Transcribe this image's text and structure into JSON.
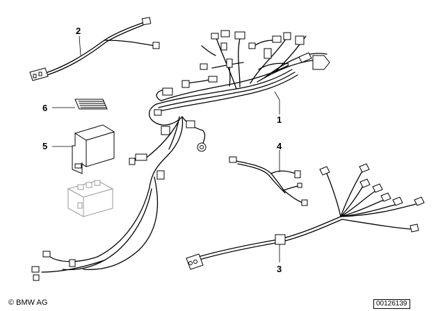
{
  "callouts": [
    {
      "number": "1",
      "part": "main-wiring-harness"
    },
    {
      "number": "2",
      "part": "adapter-lead"
    },
    {
      "number": "3",
      "part": "lamp-wiring-harness"
    },
    {
      "number": "4",
      "part": "small-wiring-lead"
    },
    {
      "number": "5",
      "part": "relay"
    },
    {
      "number": "6",
      "part": "label-plate"
    }
  ],
  "footer": {
    "copyright": "© BMW AG",
    "diagram_number": "00126139"
  }
}
